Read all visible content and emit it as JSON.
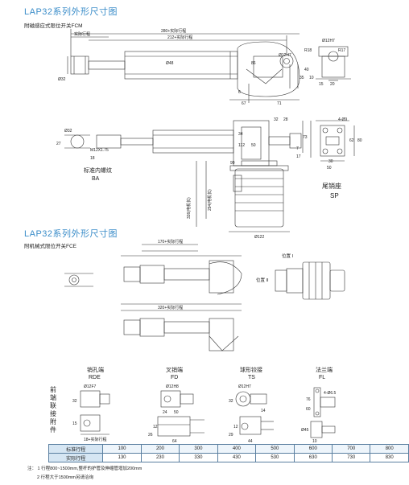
{
  "section1": {
    "title": "LAP32系列外形尺寸图",
    "subtitle": "附磁感应式限位开关FCM",
    "labels": {
      "stroke": "实际行程",
      "total_280": "280+实际行程",
      "total_212": "212+实际行程",
      "d12h7_a": "Ø12H7",
      "r18": "R18",
      "r17": "R17",
      "d12h7_b": "Ø12H7",
      "d48": "Ø48",
      "d32": "Ø32",
      "n86": "86",
      "n40": "40",
      "n35": "35",
      "n10": "10",
      "n15": "15",
      "n20": "20",
      "n6": "6",
      "n67": "67",
      "n71": "71",
      "n32": "32",
      "n28": "28",
      "n73": "73",
      "n34": "34",
      "n112": "112",
      "n50": "50",
      "n7": "7",
      "n17": "17",
      "d32b": "Ø32",
      "n27": "27",
      "m12": "M12X1.75",
      "n18": "18",
      "n99": "99",
      "n326": "326(电机长)",
      "n294": "294(电机长)",
      "d122": "Ø122",
      "n4d9": "4-Ø9",
      "n30": "30",
      "n50b": "50",
      "n62": "62",
      "n80": "80"
    },
    "ba_label": "标准内螺纹",
    "ba_code": "BA",
    "sp_label": "尾销座",
    "sp_code": "SP"
  },
  "section2": {
    "title": "LAP32系列外形尺寸图",
    "subtitle": "附机械式限位开关FCE",
    "pos1": "位置 I",
    "pos2": "位置 II",
    "dim_top": "170+实际行程",
    "dim_bottom": "320+实际行程"
  },
  "section3": {
    "side_label": "前端联接附件",
    "accessories": [
      {
        "name": "销孔端",
        "code": "RDE"
      },
      {
        "name": "叉销端",
        "code": "FD"
      },
      {
        "name": "球形铰接",
        "code": "TS"
      },
      {
        "name": "法兰端",
        "code": "FL"
      }
    ],
    "dims": {
      "rde_d12h7": "Ø12F7",
      "rde_32": "32",
      "rde_15": "15",
      "rde_18": "18+实际行程",
      "fd_d12h8": "Ø12H8",
      "fd_50": "50",
      "fd_24": "24",
      "fd_12": "12",
      "fd_64": "64",
      "fd_26": "26",
      "ts_d12h7": "Ø12H7",
      "ts_32": "32",
      "ts_14": "14",
      "ts_12": "12",
      "ts_44": "44",
      "ts_29": "29",
      "fl_4d65": "4-Ø6.5",
      "fl_76": "76",
      "fl_60": "60",
      "fl_d45": "Ø45",
      "fl_10": "10"
    }
  },
  "table": {
    "row_headers": [
      "标准行程",
      "实际行程"
    ],
    "standard": [
      "100",
      "200",
      "300",
      "400",
      "500",
      "600",
      "700",
      "800"
    ],
    "actual": [
      "130",
      "230",
      "330",
      "430",
      "530",
      "630",
      "730",
      "830"
    ]
  },
  "notes": {
    "label": "注：",
    "n1": "1 行程800~1500mm,整杆的护管及伸缩管增加200mm",
    "n2": "2 行程大于1500mm另请洽询"
  }
}
